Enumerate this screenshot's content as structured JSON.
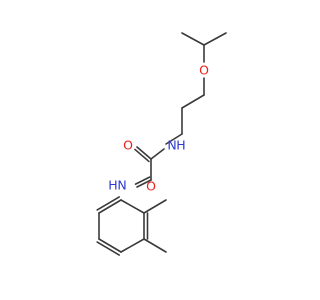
{
  "molecule": {
    "atoms": [
      {
        "id": "O_ether",
        "label": "O",
        "color": "#e8221b"
      },
      {
        "id": "N_upper",
        "label": "N",
        "color": "#2b39d1"
      },
      {
        "id": "O_upper",
        "label": "O",
        "color": "#e8221b"
      },
      {
        "id": "O_lower",
        "label": "O",
        "color": "#e8221b"
      },
      {
        "id": "N_lower",
        "label": "N",
        "color": "#2b39d1"
      }
    ],
    "label_N_upper_h": "H",
    "label_N_lower_h": "H",
    "bond_color": "#3a3a3a"
  }
}
